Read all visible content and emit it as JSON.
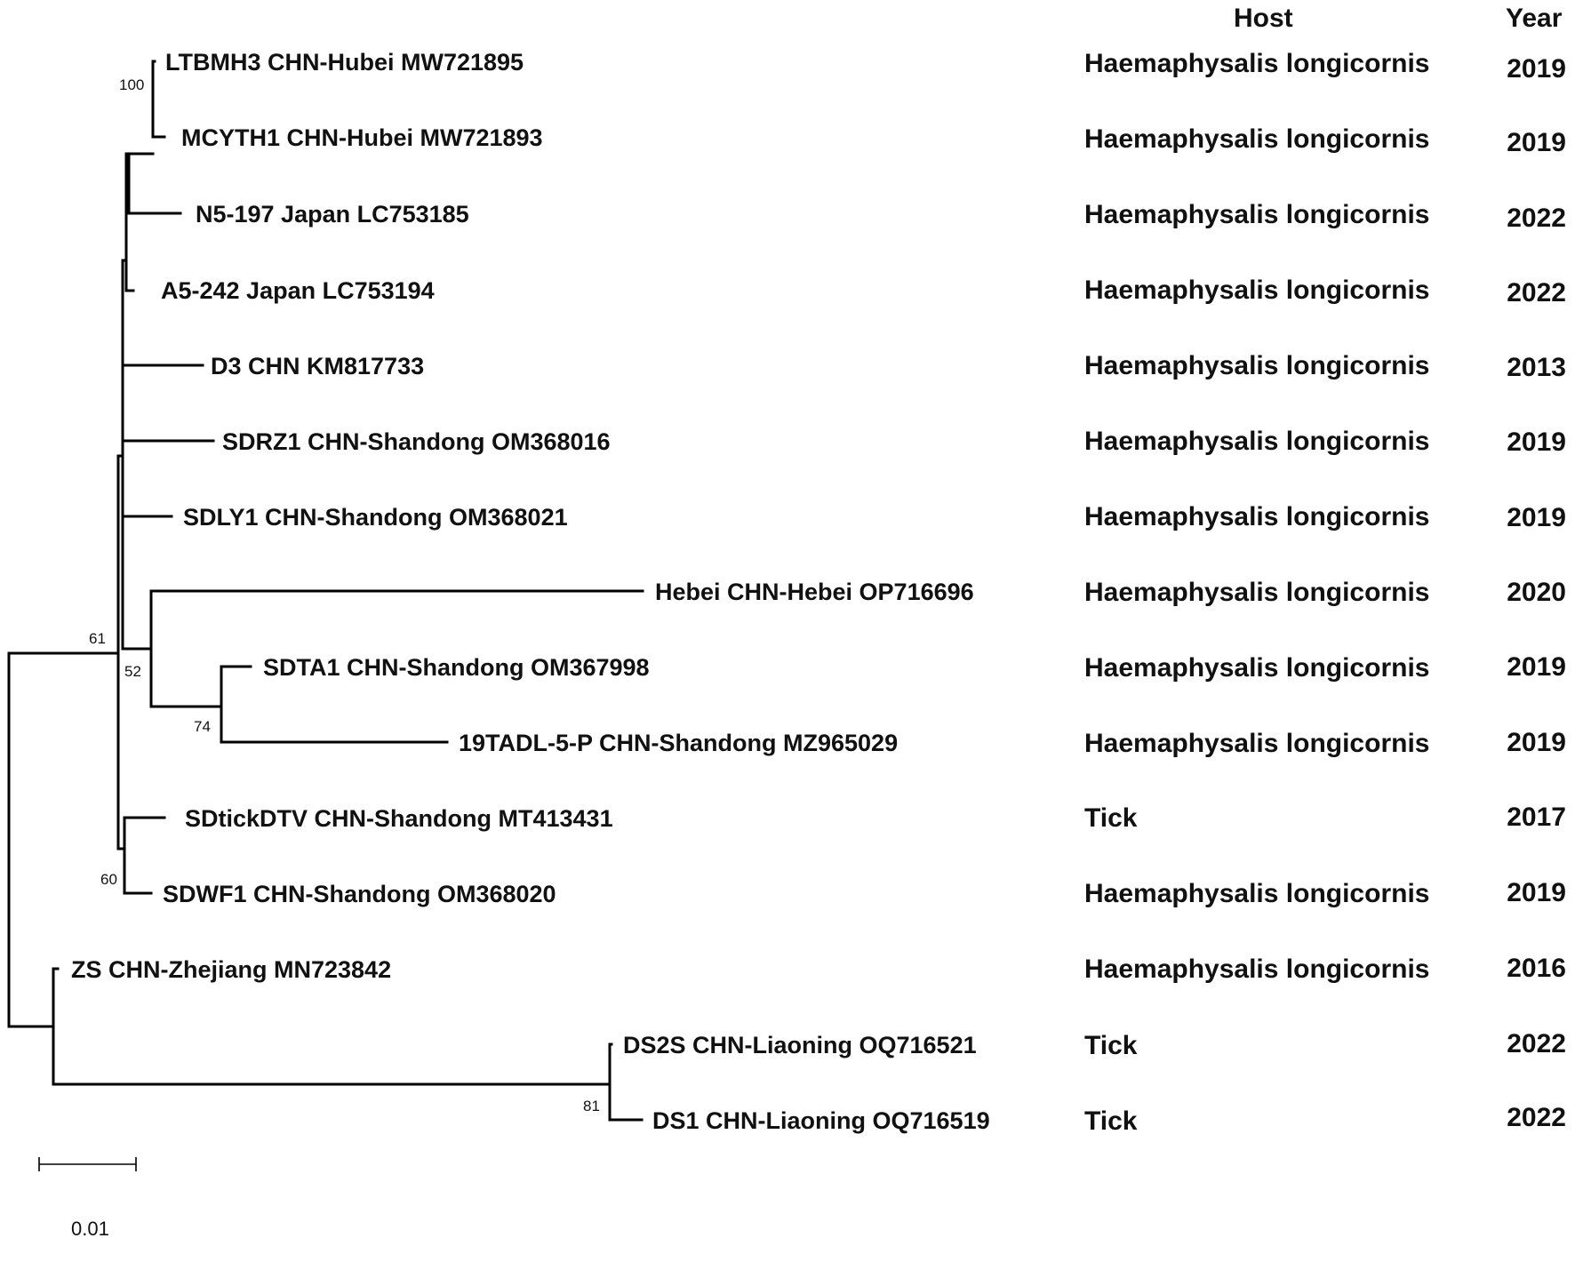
{
  "headers": {
    "host": "Host",
    "year": "Year"
  },
  "taxa": [
    {
      "label": "LTBMH3 CHN-Hubei MW721895",
      "host": "Haemaphysalis longicornis",
      "year": "2019"
    },
    {
      "label": "MCYTH1 CHN-Hubei MW721893",
      "host": "Haemaphysalis longicornis",
      "year": "2019"
    },
    {
      "label": "N5-197 Japan LC753185",
      "host": "Haemaphysalis longicornis",
      "year": "2022"
    },
    {
      "label": "A5-242 Japan LC753194",
      "host": "Haemaphysalis longicornis",
      "year": "2022"
    },
    {
      "label": "D3 CHN KM817733",
      "host": "Haemaphysalis longicornis",
      "year": "2013"
    },
    {
      "label": "SDRZ1 CHN-Shandong OM368016",
      "host": "Haemaphysalis longicornis",
      "year": "2019"
    },
    {
      "label": "SDLY1 CHN-Shandong OM368021",
      "host": "Haemaphysalis longicornis",
      "year": "2019"
    },
    {
      "label": "Hebei CHN-Hebei OP716696",
      "host": "Haemaphysalis longicornis",
      "year": "2020"
    },
    {
      "label": "SDTA1 CHN-Shandong OM367998",
      "host": "Haemaphysalis longicornis",
      "year": "2019"
    },
    {
      "label": "19TADL-5-P CHN-Shandong MZ965029",
      "host": "Haemaphysalis longicornis",
      "year": "2019"
    },
    {
      "label": "SDtickDTV CHN-Shandong MT413431",
      "host": "Tick",
      "year": "2017"
    },
    {
      "label": "SDWF1 CHN-Shandong OM368020",
      "host": "Haemaphysalis longicornis",
      "year": "2019"
    },
    {
      "label": "ZS CHN-Zhejiang MN723842",
      "host": "Haemaphysalis longicornis",
      "year": "2016"
    },
    {
      "label": "DS2S CHN-Liaoning OQ716521",
      "host": "Tick",
      "year": "2022"
    },
    {
      "label": "DS1 CHN-Liaoning OQ716519",
      "host": "Tick",
      "year": "2022"
    }
  ],
  "bootstrap": [
    "100",
    "61",
    "52",
    "74",
    "60",
    "81"
  ],
  "scale_bar": {
    "label": "0.01",
    "value": 0.01
  }
}
